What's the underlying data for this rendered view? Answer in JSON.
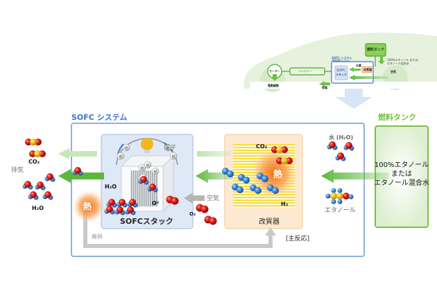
{
  "overview": {
    "fuel_tank": "燃料タンク",
    "fuel_note_line1": "100%エタノール または",
    "fuel_note_line2": "エタノール混合水",
    "sofc_system": "SOFC システム",
    "sofc_system_sub": "(発電装置システム)",
    "hydrogen": "水素",
    "reformer": "改質器",
    "air": "空気",
    "stack_line1": "SOFC",
    "stack_line2": "スタック",
    "battery": "バッテリー",
    "motor": "モーター",
    "drive": "電動駆動",
    "exhaust_heat": "発電"
  },
  "main": {
    "sofc_system_title": "SOFC システム",
    "fuel_tank_title": "燃料タンク",
    "fuel_tank_line1": "100%エタノール",
    "fuel_tank_line2": "または",
    "fuel_tank_line3": "エタノール混合水",
    "exhaust": "排気",
    "co2_left": "CO₂",
    "h2o_left": "H₂O",
    "electrons": "電子",
    "electron_symbol": "e",
    "h2o_stack": "H₂O",
    "o2_ion": "O²",
    "stack_label": "SOFCスタック",
    "heat": "熱",
    "air": "空気",
    "o2": "O₂",
    "co2_reformer": "CO₂",
    "h2": "H₂",
    "reformer_heat": "熱",
    "reformer_label": "改質器",
    "main_reaction": "[主反応]",
    "water": "水 (H₂O)",
    "ethanol": "エタノール",
    "waste_heat": "廃熱"
  },
  "colors": {
    "system_blue": "#3a6fd8",
    "system_border": "#8fb0df",
    "stack_bg": "#dfe8f6",
    "reformer_bg": "#fde9d2",
    "tank_green": "#7ac143",
    "arrow_green": "#5cb83c",
    "heat_orange": "#f57f20"
  }
}
